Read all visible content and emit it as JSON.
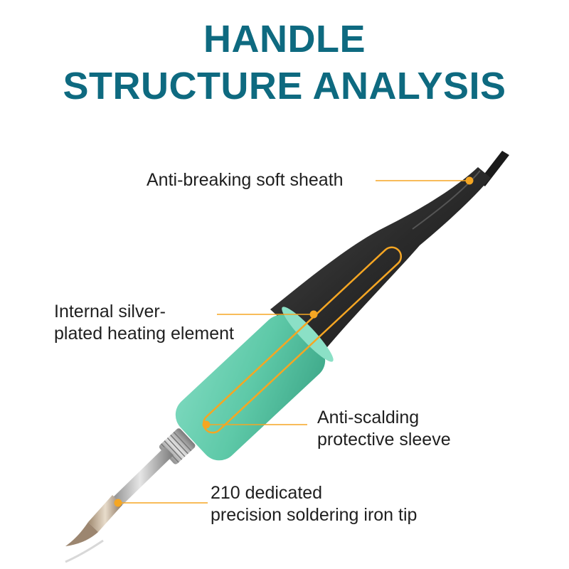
{
  "title": {
    "line1": "HANDLE",
    "line2": "STRUCTURE ANALYSIS"
  },
  "callouts": {
    "sheath": {
      "text": "Anti-breaking soft sheath"
    },
    "heating": {
      "line1": "Internal silver-",
      "line2": "plated heating element"
    },
    "sleeve": {
      "line1": "Anti-scalding",
      "line2": "protective sleeve"
    },
    "tip": {
      "line1": "210 dedicated",
      "line2": "precision soldering iron tip"
    }
  },
  "colors": {
    "title": "#0e6a80",
    "callout_accent": "#f5a623",
    "handle_body": "#2b2b2b",
    "sleeve": "#5ec9a8"
  }
}
